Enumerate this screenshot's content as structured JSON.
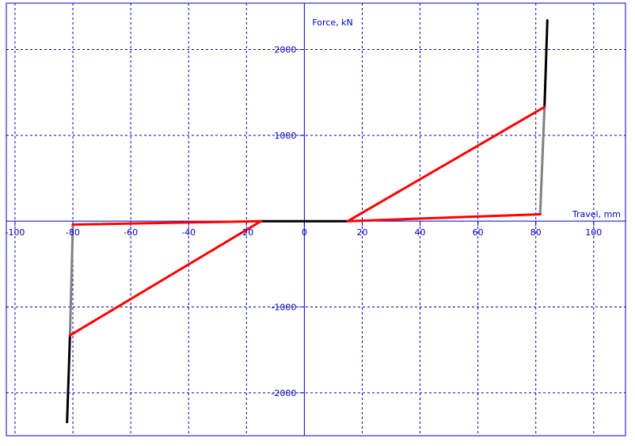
{
  "chart_data": {
    "type": "line",
    "xlabel": "Travel, mm",
    "ylabel": "Force, kN",
    "xlim": [
      -103,
      111
    ],
    "ylim": [
      -2500,
      2540
    ],
    "grid": true,
    "x_ticks": [
      -100,
      -80,
      -60,
      -40,
      -20,
      0,
      20,
      40,
      60,
      80,
      100
    ],
    "x_tick_labels": [
      "-100",
      "-80",
      "-60",
      "-40",
      "-20",
      "0",
      "20",
      "40",
      "60",
      "80",
      "100"
    ],
    "y_ticks": [
      2000,
      1000,
      -1000,
      -2000
    ],
    "y_tick_labels": [
      "2000",
      "1000",
      "-1000",
      "-2000"
    ],
    "series": [
      {
        "color": "#000000",
        "points": [
          [
            -15,
            0
          ],
          [
            15,
            0
          ]
        ]
      },
      {
        "color": "#000000",
        "points": [
          [
            83,
            1330
          ],
          [
            84,
            2340
          ]
        ]
      },
      {
        "color": "#000000",
        "points": [
          [
            -81,
            -1330
          ],
          [
            -82,
            -2340
          ]
        ]
      },
      {
        "color": "#808080",
        "points": [
          [
            81.5,
            80
          ],
          [
            83,
            1330
          ]
        ]
      },
      {
        "color": "#808080",
        "points": [
          [
            -80,
            -40
          ],
          [
            -81,
            -1330
          ]
        ]
      },
      {
        "color": "#ff0000",
        "points": [
          [
            15,
            0
          ],
          [
            83,
            1330
          ]
        ]
      },
      {
        "color": "#ff0000",
        "points": [
          [
            15,
            0
          ],
          [
            81.5,
            80
          ]
        ]
      },
      {
        "color": "#ff0000",
        "points": [
          [
            -15,
            0
          ],
          [
            -81,
            -1330
          ]
        ]
      },
      {
        "color": "#ff0000",
        "points": [
          [
            -15,
            0
          ],
          [
            -80,
            -40
          ]
        ]
      }
    ]
  }
}
